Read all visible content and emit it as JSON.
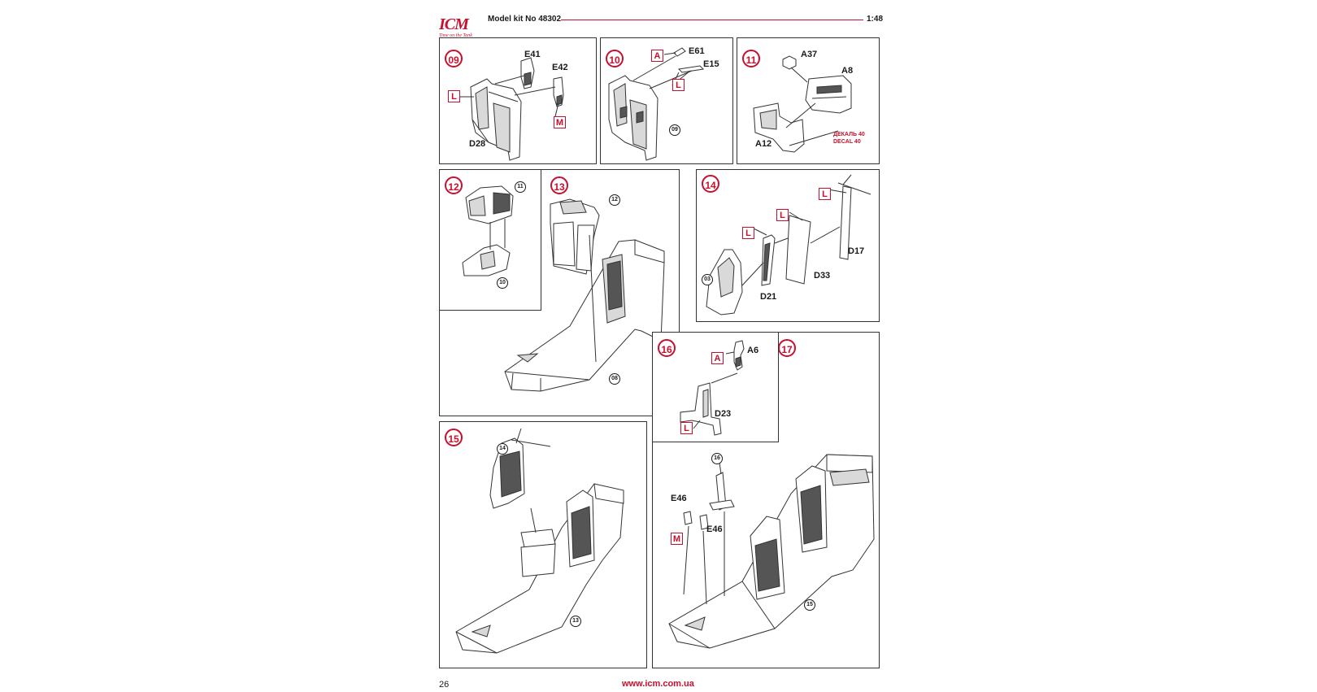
{
  "header": {
    "brand": "ICM",
    "tagline": "Time on the Tank",
    "kit_label": "Model kit No 48302",
    "scale": "1:48"
  },
  "steps": [
    {
      "number": "09",
      "parts": [
        "E41",
        "E42",
        "D28"
      ],
      "tags": [
        "L",
        "M"
      ]
    },
    {
      "number": "10",
      "parts": [
        "E61",
        "E15"
      ],
      "tags": [
        "A",
        "L"
      ],
      "refs": [
        "09"
      ]
    },
    {
      "number": "11",
      "parts": [
        "A37",
        "A8",
        "A12"
      ],
      "decal_lines": [
        "ДЕКАЛЬ 40",
        "DECAL 40"
      ]
    },
    {
      "number": "12",
      "refs": [
        "11",
        "10"
      ]
    },
    {
      "number": "13",
      "refs": [
        "12",
        "08"
      ]
    },
    {
      "number": "14",
      "parts": [
        "D17",
        "D33",
        "D21"
      ],
      "tags": [
        "L",
        "L",
        "L"
      ],
      "refs": [
        "03"
      ]
    },
    {
      "number": "15",
      "refs": [
        "14",
        "13"
      ]
    },
    {
      "number": "16",
      "parts": [
        "A6",
        "D23"
      ],
      "tags": [
        "A",
        "L"
      ]
    },
    {
      "number": "17",
      "parts": [
        "E46",
        "E46"
      ],
      "tags": [
        "M"
      ],
      "refs": [
        "16",
        "15"
      ]
    }
  ],
  "footer": {
    "page_number": "26",
    "website": "www.icm.com.ua"
  }
}
